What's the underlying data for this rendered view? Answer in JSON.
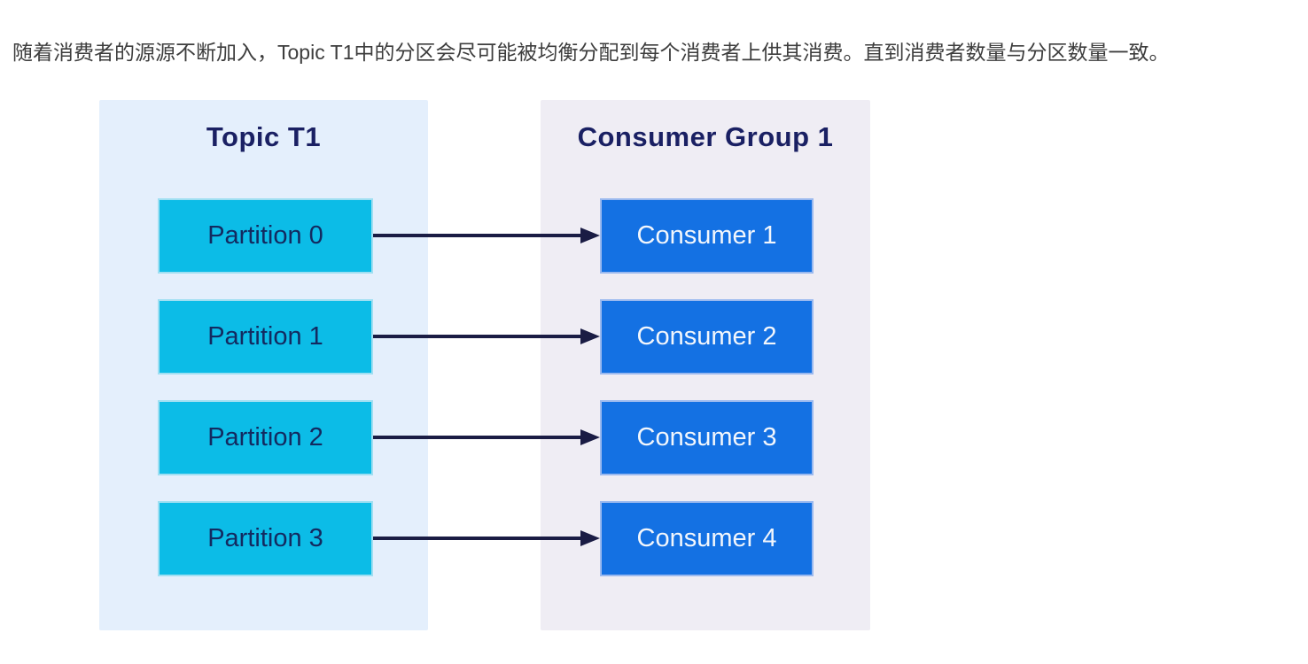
{
  "page": {
    "description": "随着消费者的源源不断加入，Topic T1中的分区会尽可能被均衡分配到每个消费者上供其消费。直到消费者数量与分区数量一致。"
  },
  "diagram": {
    "topic_panel": {
      "title": "Topic T1",
      "partitions": [
        {
          "label": "Partition 0"
        },
        {
          "label": "Partition 1"
        },
        {
          "label": "Partition 2"
        },
        {
          "label": "Partition 3"
        }
      ]
    },
    "consumer_panel": {
      "title": "Consumer Group 1",
      "consumers": [
        {
          "label": "Consumer 1"
        },
        {
          "label": "Consumer 2"
        },
        {
          "label": "Consumer 3"
        },
        {
          "label": "Consumer 4"
        }
      ]
    },
    "connections": [
      {
        "from": "Partition 0",
        "to": "Consumer 1"
      },
      {
        "from": "Partition 1",
        "to": "Consumer 2"
      },
      {
        "from": "Partition 2",
        "to": "Consumer 3"
      },
      {
        "from": "Partition 3",
        "to": "Consumer 4"
      }
    ]
  },
  "colors": {
    "page_bg": "#ffffff",
    "paragraph_text": "#3d3d3d",
    "topic_panel_bg": "#e4effc",
    "consumer_panel_bg": "#efedf4",
    "panel_title_text": "#1a2063",
    "partition_box_bg": "#0cbce7",
    "partition_box_border": "#9fdff2",
    "partition_text": "#132a60",
    "consumer_box_bg": "#1471e3",
    "consumer_box_border": "#9ab9ef",
    "consumer_text": "#f2f6fc",
    "arrow_color": "#1a1c44"
  }
}
